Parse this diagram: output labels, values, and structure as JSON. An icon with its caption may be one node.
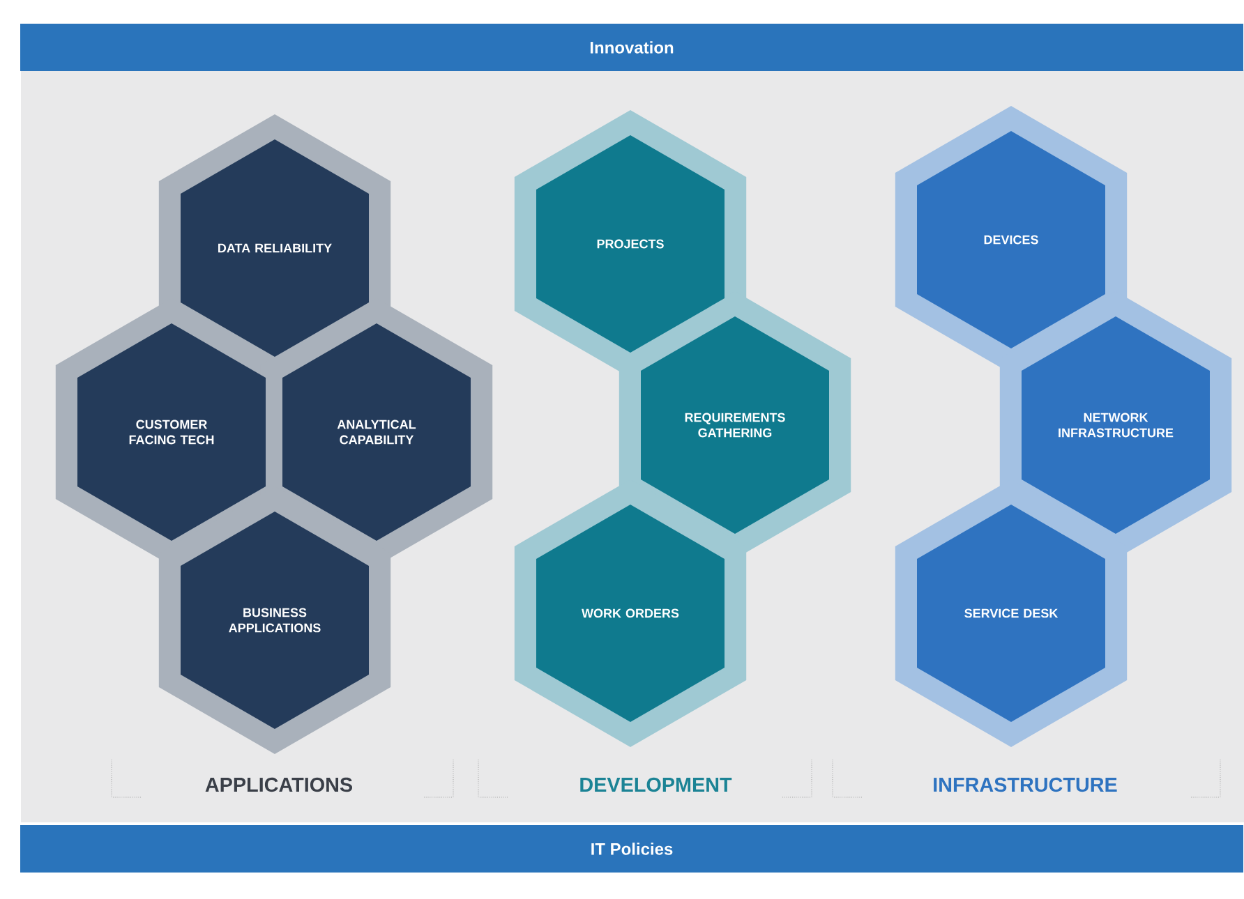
{
  "diagram": {
    "nodes": [
      {
        "text": [
          "Innovation"
        ]
      },
      {
        "text": [
          "DATA RELIABILITY"
        ]
      },
      {
        "text": [
          "CUSTOMER FACING TECH"
        ]
      },
      {
        "text": [
          "ANALYTICAL CAPABILITY"
        ]
      },
      {
        "text": [
          "BUSINESS APPLICATIONS"
        ]
      },
      {
        "text": [
          "PROJECTS"
        ]
      },
      {
        "text": [
          "REQUIREMENTS GATHERING"
        ]
      },
      {
        "text": [
          "WORK ORDERS"
        ]
      },
      {
        "text": [
          "DEVICES"
        ]
      },
      {
        "text": [
          "NETWORK INFRASTRUCTURE"
        ]
      },
      {
        "text": [
          "SERVICE DESK"
        ]
      },
      {
        "text": [
          "IT Policies"
        ]
      }
    ],
    "edges": [],
    "labels": [
      "APPLICATIONS",
      "DEVELOPMENT",
      "INFRASTRUCTURE"
    ]
  }
}
